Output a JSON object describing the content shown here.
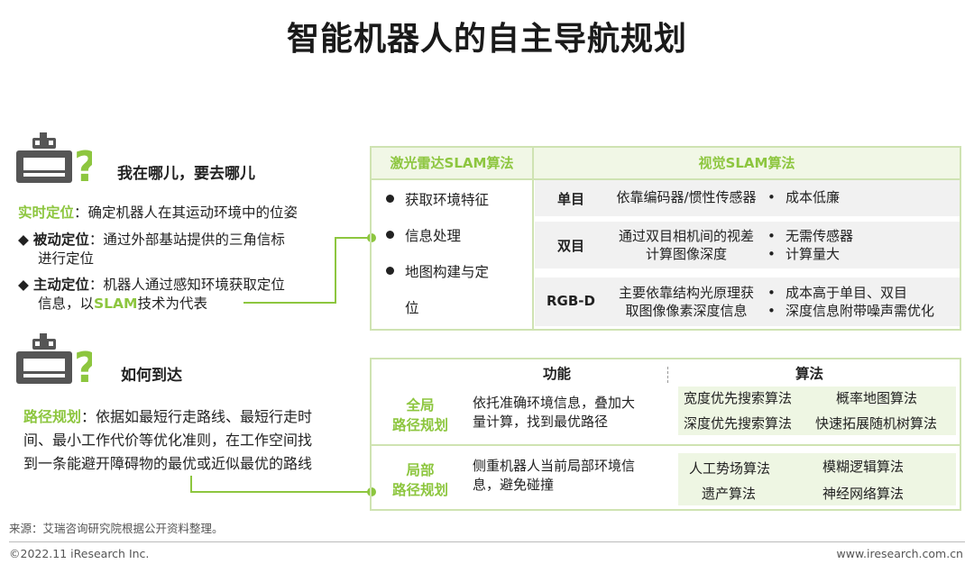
{
  "title": "智能机器人的自主导航规划",
  "section1": {
    "question": "我在哪儿，要去哪儿",
    "term": "实时定位",
    "definition": "：确定机器人在其运动环境中的位姿",
    "passive_title": "被动定位",
    "passive_line1": "：通过外部基站提供的三角信标",
    "passive_line2": "进行定位",
    "active_title": "主动定位",
    "active_line1": "：机器人通过感知环境获取定位",
    "active_line2_a": "信息，以",
    "active_line2_slam": "SLAM",
    "active_line2_b": "技术为代表"
  },
  "slam_table": {
    "laser_header": "激光雷达SLAM算法",
    "visual_header": "视觉SLAM算法",
    "laser_items": [
      "获取环境特征",
      "信息处理",
      "地图构建与定",
      "位"
    ],
    "rows": [
      {
        "label": "单目",
        "desc1": "依靠编码器/惯性传感器",
        "desc2": "",
        "pro1": "成本低廉",
        "pro2": ""
      },
      {
        "label": "双目",
        "desc1": "通过双目相机间的视差",
        "desc2": "计算图像深度",
        "pro1": "无需传感器",
        "pro2": "计算量大"
      },
      {
        "label": "RGB-D",
        "desc1": "主要依靠结构光原理获",
        "desc2": "取图像像素深度信息",
        "pro1": "成本高于单目、双目",
        "pro2": "深度信息附带噪声需优化"
      }
    ]
  },
  "section2": {
    "question": "如何到达",
    "term": "路径规划",
    "line1": "：依据如最短行走路线、最短行走时",
    "line2": "间、最小工作代价等优化准则，在工作空间找",
    "line3": "到一条能避开障碍物的最优或近似最优的路线"
  },
  "path_table": {
    "func_header": "功能",
    "algo_header": "算法",
    "global_label1": "全局",
    "global_label2": "路径规划",
    "global_desc1": "依托准确环境信息，叠加大",
    "global_desc2": "量计算，找到最优路径",
    "global_algos": [
      "宽度优先搜索算法",
      "概率地图算法",
      "深度优先搜索算法",
      "快速拓展随机树算法"
    ],
    "local_label1": "局部",
    "local_label2": "路径规划",
    "local_desc1": "侧重机器人当前局部环境信",
    "local_desc2": "息，避免碰撞",
    "local_algos": [
      "人工势场算法",
      "模糊逻辑算法",
      "遗产算法",
      "神经网络算法"
    ]
  },
  "footer": {
    "source": "来源：艾瑞咨询研究院根据公开资料整理。",
    "copyright": "©2022.11 iResearch Inc.",
    "url": "www.iresearch.com.cn"
  },
  "colors": {
    "accent": "#8dc63f",
    "border": "#cfe3b2",
    "row_bg": "#f1f1f1"
  }
}
